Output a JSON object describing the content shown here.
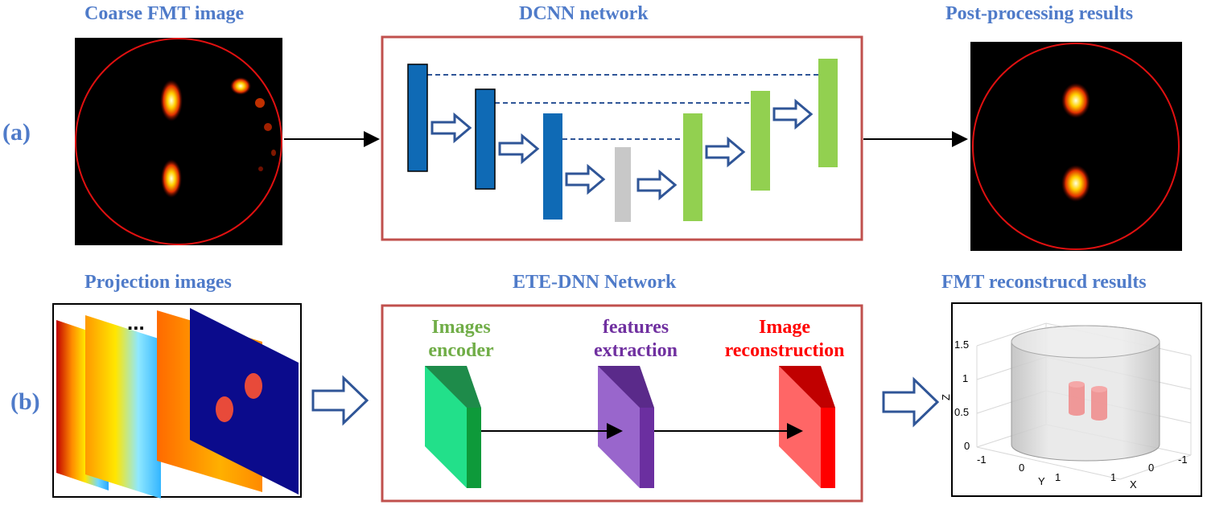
{
  "row_a": {
    "label": "(a)",
    "titles": {
      "coarse": "Coarse FMT image",
      "dcnn": "DCNN network",
      "post": "Post-processing results"
    }
  },
  "row_b": {
    "label": "(b)",
    "titles": {
      "projection": "Projection images",
      "etednn": "ETE-DNN Network",
      "recon": "FMT reconstrucd results"
    },
    "ellipsis": "...",
    "blocks": {
      "encoder_line1": "Images",
      "encoder_line2": "encoder",
      "features_line1": "features",
      "features_line2": "extraction",
      "recon_line1": "Image",
      "recon_line2": "reconstruction"
    },
    "plot": {
      "z_ticks": [
        "1.5",
        "1",
        "0.5",
        "0"
      ],
      "y_ticks": [
        "-1",
        "0",
        "1"
      ],
      "x_ticks": [
        "1",
        "0",
        "-1"
      ],
      "z_label": "Z",
      "y_label": "Y",
      "x_label": "X"
    }
  },
  "colors": {
    "title_blue": "#4f7bc9",
    "frame_red": "#c0504d",
    "encoder_blue": "#0f6ab5",
    "decoder_green": "#92d050",
    "bottleneck_gray": "#c8c8c8",
    "arrow_outline": "#2f5597",
    "encoder_text": "#70ad47",
    "features_text": "#7030a0",
    "recon_text": "#ff0000"
  }
}
